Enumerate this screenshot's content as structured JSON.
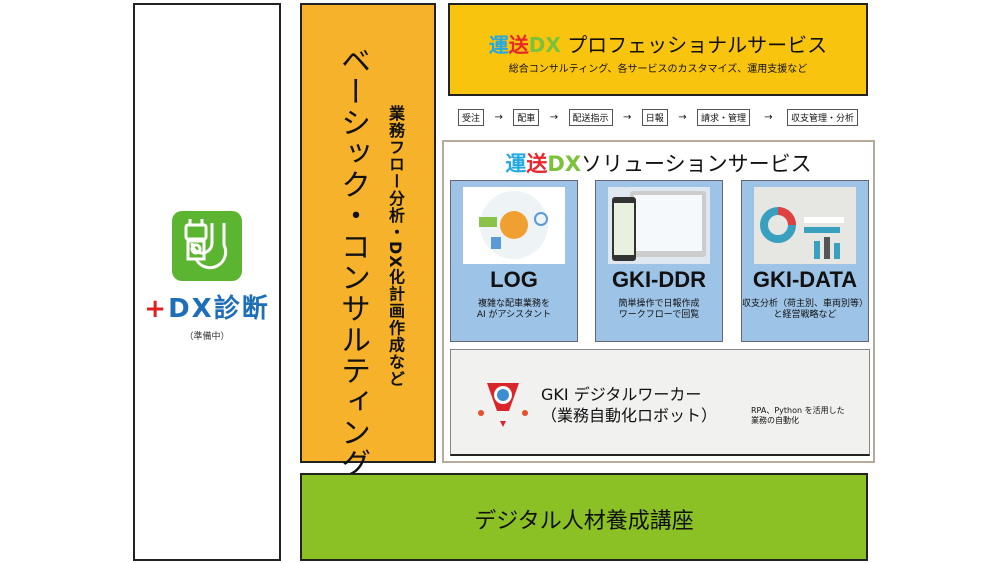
{
  "dx_diagnosis": {
    "title_mark": "+",
    "title": "DX診断",
    "note": "（準備中）",
    "icon": "robot-stethoscope-icon"
  },
  "basic_consulting": {
    "title": "ベーシック・コンサルティング",
    "subtitle": "業務フロー分析・DX化計画作成など"
  },
  "professional": {
    "brand": [
      "運",
      "送",
      "DX"
    ],
    "title": "プロフェッショナルサービス",
    "subtitle": "総合コンサルティング、各サービスのカスタマイズ、運用支援など"
  },
  "flow": [
    "受注",
    "配車",
    "配送指示",
    "日報",
    "請求・管理",
    "収支管理・分析"
  ],
  "solution": {
    "brand": [
      "運",
      "送",
      "DX"
    ],
    "title": "ソリューションサービス",
    "cards": [
      {
        "name": "LOG",
        "desc1": "複雑な配車業務を",
        "desc2": "AI がアシスタント"
      },
      {
        "name": "GKI-DDR",
        "desc1": "簡単操作で日報作成",
        "desc2": "ワークフローで回覧"
      },
      {
        "name": "GKI-DATA",
        "desc1": "収支分析（荷主別、車両別等）",
        "desc2": "と経営戦略など"
      }
    ],
    "robot": {
      "title1": "GKI デジタルワーカー",
      "title2": "（業務自動化ロボット）",
      "desc1": "RPA、Python を活用した",
      "desc2": "業務の自動化"
    }
  },
  "training": {
    "title": "デジタル人材養成講座"
  },
  "colors": {
    "brand_blue": "#25a9e0",
    "brand_red": "#e8262b",
    "brand_green": "#7cc13a",
    "orange": "#f5b22a",
    "yellow": "#f9c40d",
    "green": "#8bc124",
    "card_blue": "#9dc3e6"
  }
}
